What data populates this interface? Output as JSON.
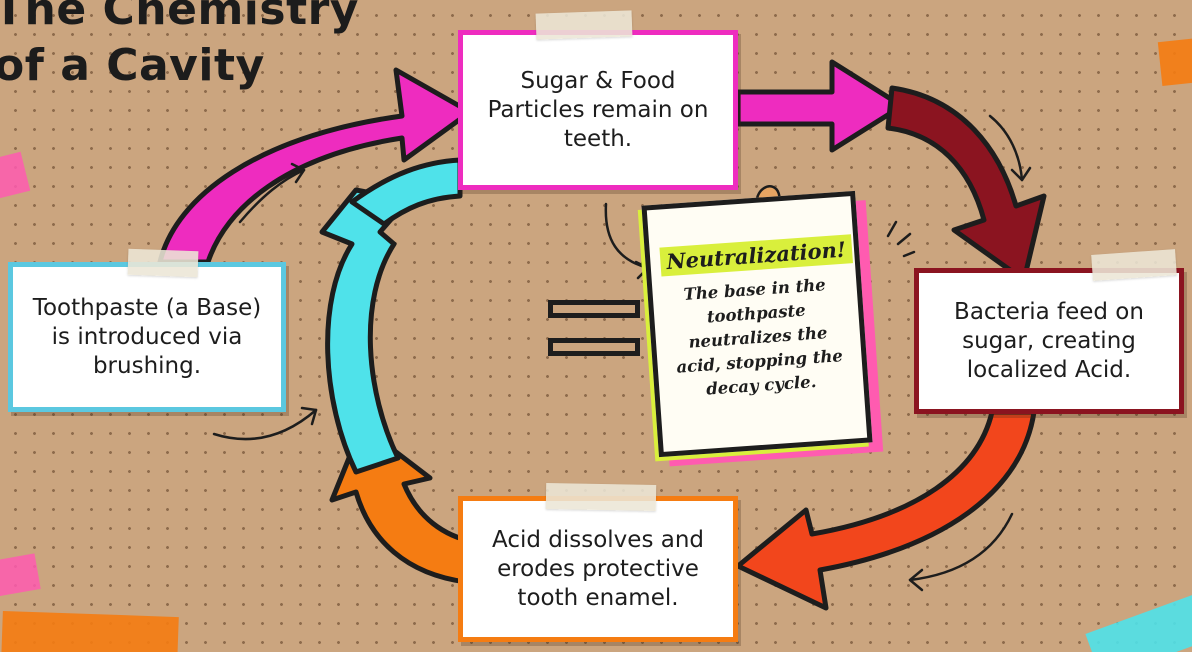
{
  "title": {
    "line1": "The Chemistry",
    "line2": "of a Cavity"
  },
  "steps": [
    {
      "id": "sugar",
      "text": "Sugar & Food Particles remain on teeth.",
      "border_color": "#ee2cbf"
    },
    {
      "id": "bacteria",
      "text": "Bacteria feed on sugar, creating localized Acid.",
      "border_color": "#8b1420"
    },
    {
      "id": "acid",
      "text": "Acid dissolves and erodes protective tooth enamel.",
      "border_color": "#f57c12"
    },
    {
      "id": "toothpaste",
      "text": "Toothpaste (a Base) is introduced via brushing.",
      "border_color": "#5bc8e0"
    }
  ],
  "note": {
    "heading": "Neutralization!",
    "body": "The base in the toothpaste neutralizes the acid, stopping the decay cycle."
  },
  "colors": {
    "background": "#cba57f",
    "magenta": "#ee2cbf",
    "dark_red": "#8b1420",
    "red_orange": "#f2461c",
    "orange": "#f57c12",
    "cyan": "#4fe2ea",
    "highlight": "#d9ef3c",
    "pink": "#ff5bb0"
  },
  "icons": {
    "pin": "pushpin-icon",
    "equals": "equals-sign-icon"
  }
}
